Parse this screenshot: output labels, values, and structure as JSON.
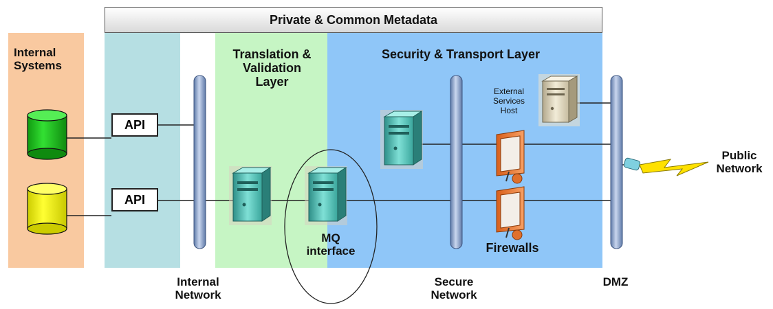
{
  "banner": {
    "title": "Private & Common Metadata"
  },
  "zones": {
    "internal_systems": "Internal\nSystems",
    "translation_layer": "Translation &\nValidation\nLayer",
    "security_layer": "Security & Transport Layer"
  },
  "api_labels": [
    "API",
    "API"
  ],
  "external_host_label": "External\nServices\nHost",
  "mq_label": "MQ\ninterface",
  "firewalls_label": "Firewalls",
  "public_network_label": "Public\nNetwork",
  "network_labels": {
    "internal": "Internal\nNetwork",
    "secure": "Secure\nNetwork",
    "dmz": "DMZ"
  },
  "colors": {
    "internal_systems_zone": "#f9c9a0",
    "api_zone": "#b6dfe3",
    "translation_zone": "#c6f5c4",
    "security_zone": "#8fc6f8",
    "db_top": "#22cc22",
    "db_bottom": "#ffff00",
    "bus": "#8ea4c8",
    "firewall": "#f08a3c"
  }
}
